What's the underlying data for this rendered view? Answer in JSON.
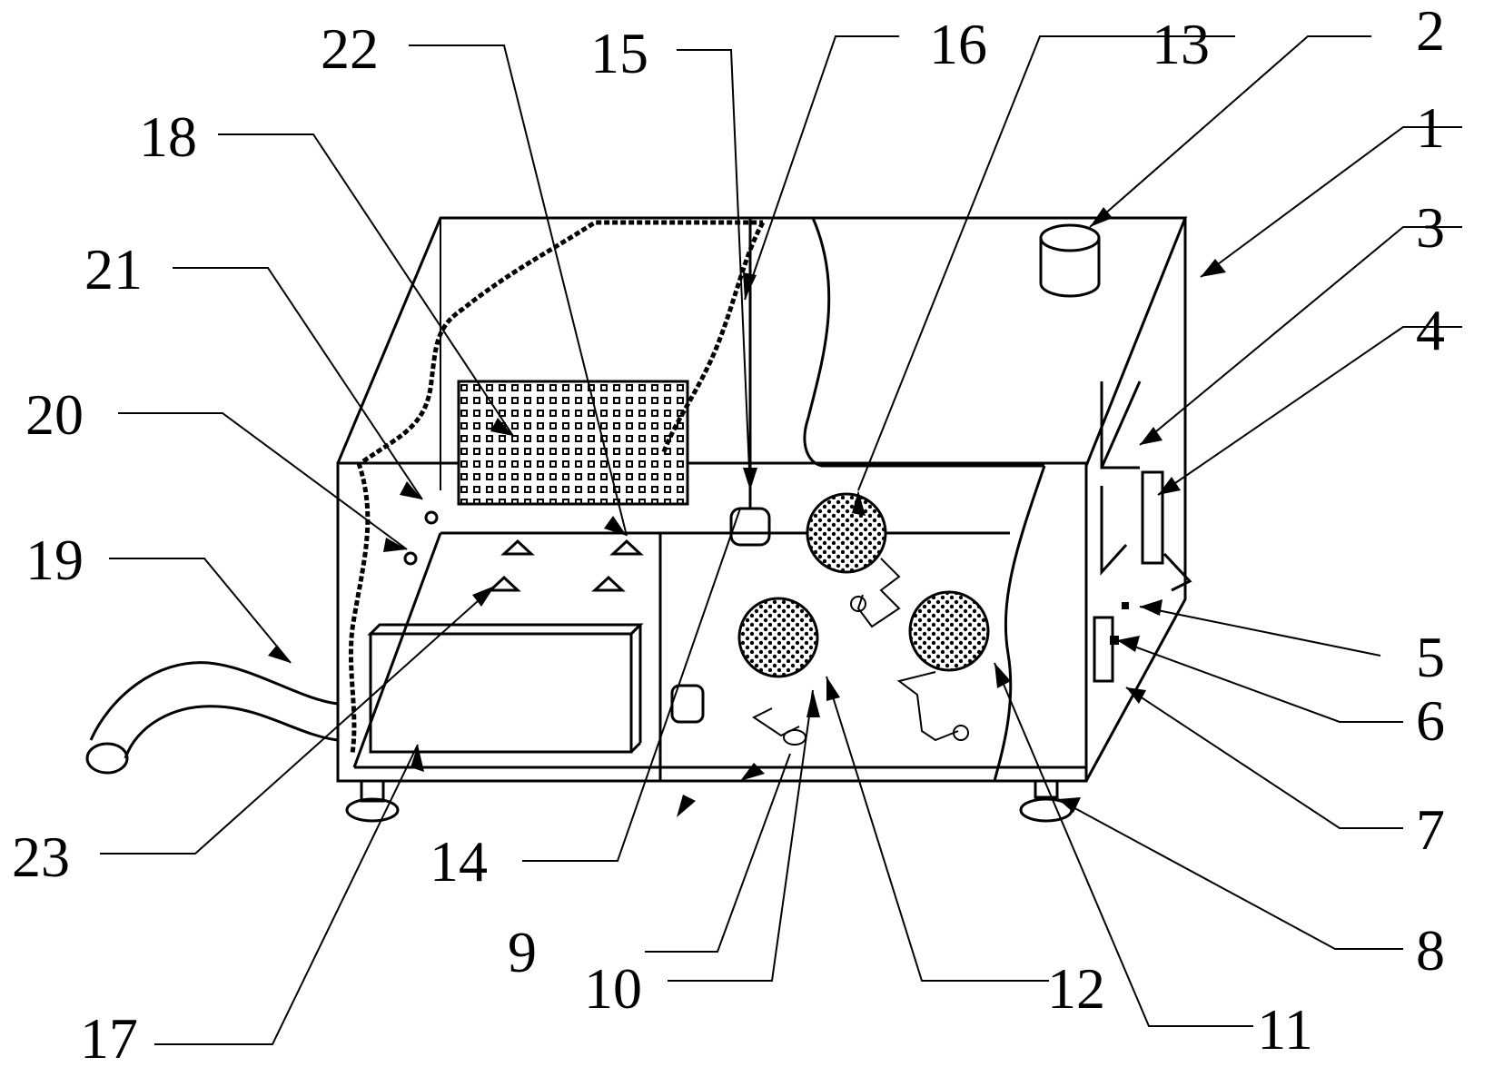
{
  "labels": [
    {
      "id": "1",
      "text": "1"
    },
    {
      "id": "2",
      "text": "2"
    },
    {
      "id": "3",
      "text": "3"
    },
    {
      "id": "4",
      "text": "4"
    },
    {
      "id": "5",
      "text": "5"
    },
    {
      "id": "6",
      "text": "6"
    },
    {
      "id": "7",
      "text": "7"
    },
    {
      "id": "8",
      "text": "8"
    },
    {
      "id": "9",
      "text": "9"
    },
    {
      "id": "10",
      "text": "10"
    },
    {
      "id": "11",
      "text": "11"
    },
    {
      "id": "12",
      "text": "12"
    },
    {
      "id": "13",
      "text": "13"
    },
    {
      "id": "14",
      "text": "14"
    },
    {
      "id": "15",
      "text": "15"
    },
    {
      "id": "16",
      "text": "16"
    },
    {
      "id": "17",
      "text": "17"
    },
    {
      "id": "18",
      "text": "18"
    },
    {
      "id": "19",
      "text": "19"
    },
    {
      "id": "20",
      "text": "20"
    },
    {
      "id": "21",
      "text": "21"
    },
    {
      "id": "22",
      "text": "22"
    },
    {
      "id": "23",
      "text": "23"
    }
  ]
}
